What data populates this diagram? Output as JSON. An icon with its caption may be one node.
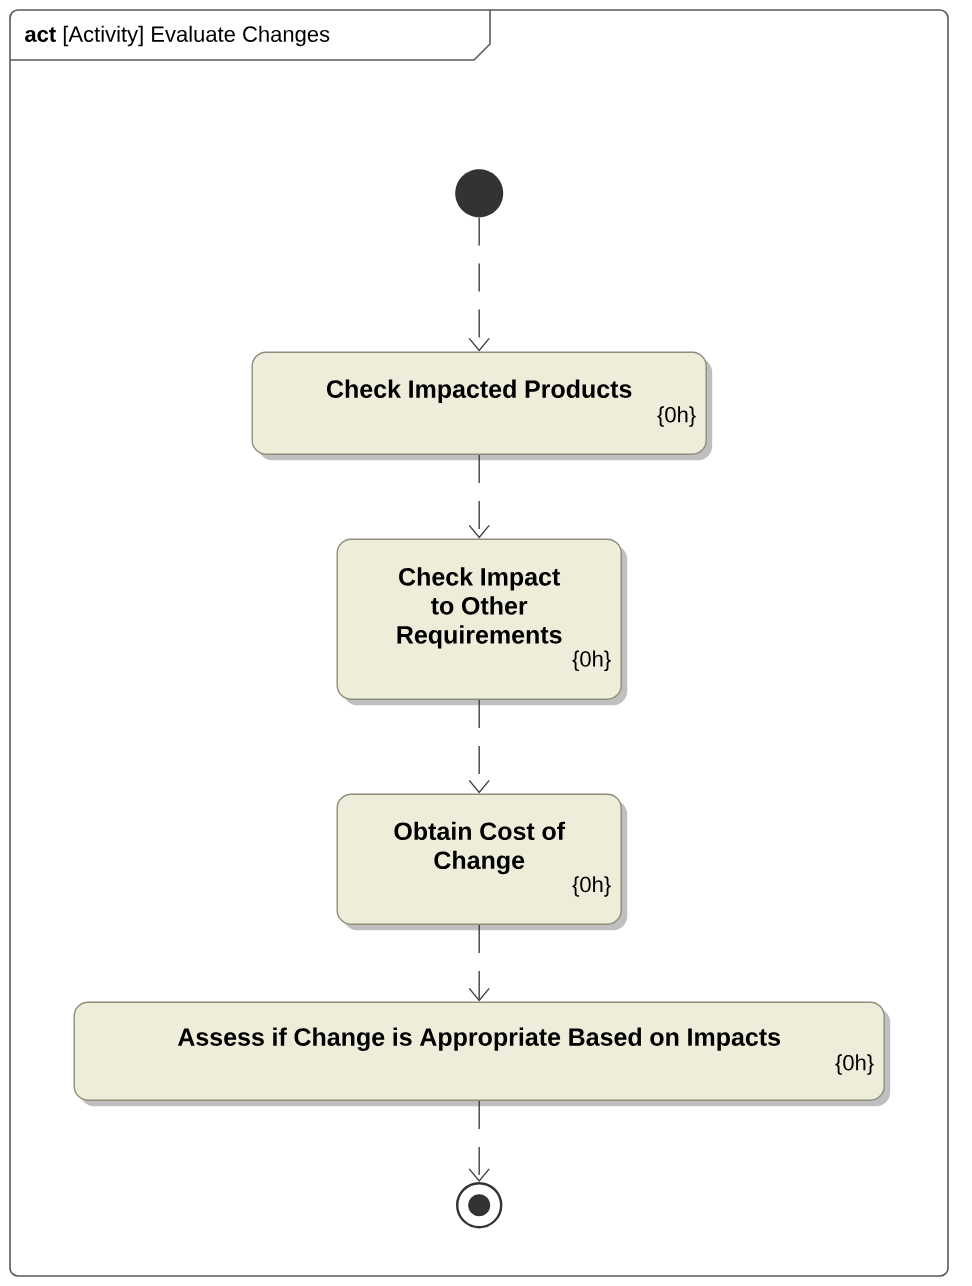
{
  "diagram": {
    "nodes": [
      {
        "text": [
          "**act** [Activity] Evaluate Changes"
        ]
      },
      {
        "text": [],
        "shape": "circle",
        "in": 0
      },
      {
        "text": [
          "Check Impacted Products",
          "{0h}"
        ],
        "in": 0
      },
      {
        "text": [
          "Check Impact to Other Requirements",
          "{0h}"
        ],
        "in": 0
      },
      {
        "text": [
          "Obtain Cost of Change",
          "{0h}"
        ],
        "in": 0
      },
      {
        "text": [
          "Assess if Change is Appropriate Based on Impacts",
          "{0h}"
        ],
        "in": 0
      },
      {
        "text": [],
        "shape": "bullseye",
        "in": 0
      }
    ],
    "edges": [
      {
        "from": 1,
        "to": 2,
        "arrow": "to",
        "style": "dashed"
      },
      {
        "from": 2,
        "to": 3,
        "arrow": "to",
        "style": "dashed"
      },
      {
        "from": 3,
        "to": 4,
        "arrow": "to",
        "style": "dashed"
      },
      {
        "from": 4,
        "to": 5,
        "arrow": "to",
        "style": "dashed"
      },
      {
        "from": 5,
        "to": 6,
        "arrow": "to",
        "style": "dashed"
      }
    ]
  }
}
